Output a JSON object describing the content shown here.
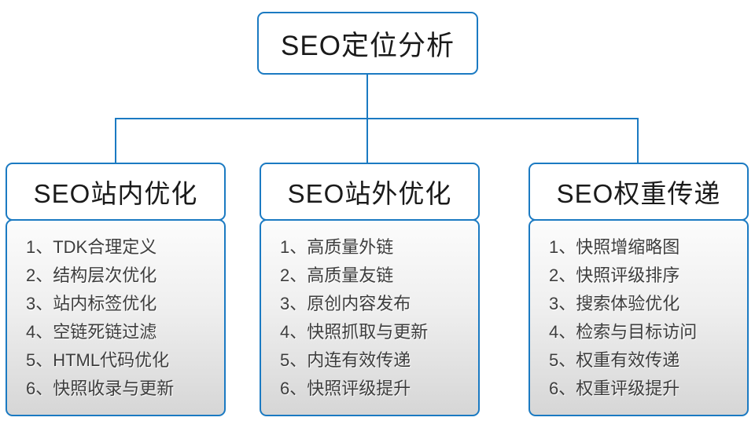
{
  "diagram": {
    "type": "org-chart",
    "root": {
      "title": "SEO定位分析"
    },
    "columns": [
      {
        "title": "SEO站内优化",
        "items": [
          "1、TDK合理定义",
          "2、结构层次优化",
          "3、站内标签优化",
          "4、空链死链过滤",
          "5、HTML代码优化",
          "6、快照收录与更新"
        ]
      },
      {
        "title": "SEO站外优化",
        "items": [
          "1、高质量外链",
          "2、高质量友链",
          "3、原创内容发布",
          "4、快照抓取与更新",
          "5、内连有效传递",
          "6、快照评级提升"
        ]
      },
      {
        "title": "SEO权重传递",
        "items": [
          "1、快照增缩略图",
          "2、快照评级排序",
          "3、搜索体验优化",
          "4、检索与目标访问",
          "5、权重有效传递",
          "6、权重评级提升"
        ]
      }
    ],
    "colors": {
      "accent_border": "#1b7ac2",
      "connector_line": "#1b7ac2",
      "header_background": "#ffffff",
      "list_gradient_top": "#fcfcfc",
      "list_gradient_bottom": "#d6d6d6",
      "header_text": "#1a1a1a",
      "list_text": "#3d3d3d"
    }
  }
}
